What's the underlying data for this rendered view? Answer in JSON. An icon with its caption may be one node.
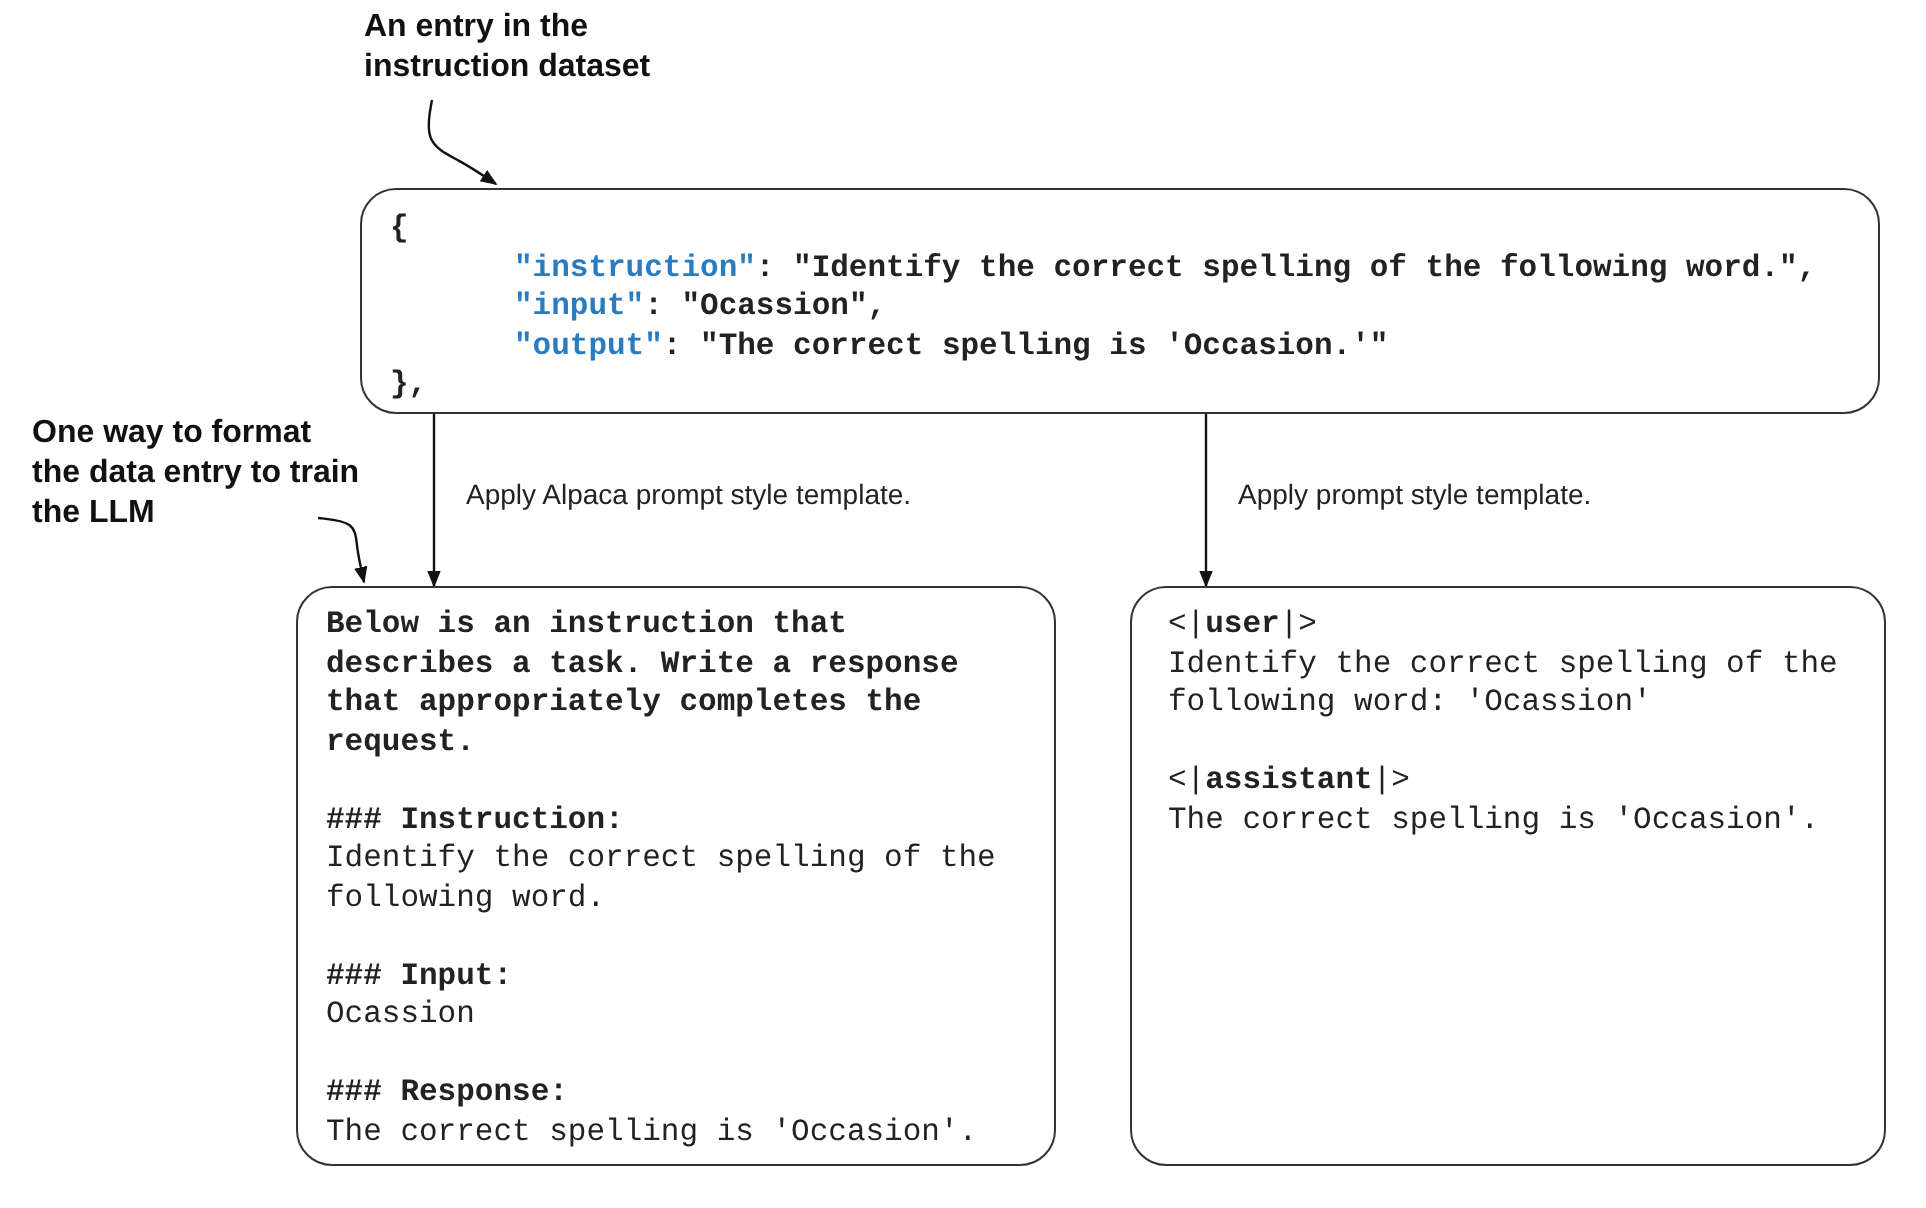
{
  "diagram": {
    "nodes": [
      {
        "text": [
          "An entry in the instruction dataset"
        ]
      },
      {
        "text": [
          "{",
          "\"instruction\": \"Identify the correct spelling of the following word.\",",
          "\"input\": \"Ocassion\",",
          "\"output\": \"The correct spelling is 'Occasion.'\"",
          "},"
        ]
      },
      {
        "text": [
          "One way to format the data entry to train the LLM"
        ]
      },
      {
        "text": [
          "Below is an instruction that describes a task. Write a response that appropriately completes the request.",
          "### Instruction:",
          "Identify the correct spelling of the following word.",
          "### Input:",
          "Ocassion",
          "### Response:",
          "The correct spelling is 'Occasion'."
        ]
      },
      {
        "text": [
          "<|**user**|>",
          "Identify the correct spelling of the following word: 'Ocassion'",
          "<|**assistant**|>",
          "The correct spelling is 'Occasion'."
        ]
      }
    ],
    "edges": [
      {
        "from": 0,
        "to": 1,
        "arrow": "to"
      },
      {
        "from": 1,
        "to": 3,
        "arrow": "to",
        "label": "Apply Alpaca prompt style template."
      },
      {
        "from": 1,
        "to": 4,
        "arrow": "to",
        "label": "Apply prompt style template."
      },
      {
        "from": 2,
        "to": 3,
        "arrow": "to"
      }
    ]
  }
}
